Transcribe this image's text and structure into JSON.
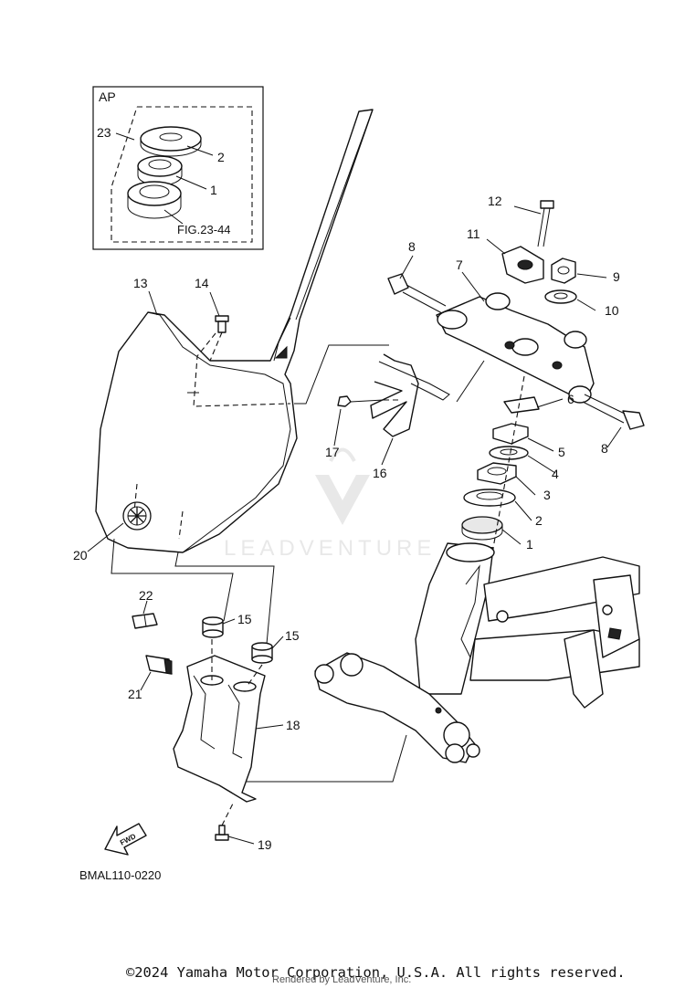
{
  "diagram": {
    "ap_box_label": "AP",
    "fig_ref": "FIG.23-44",
    "diagram_code": "BMAL110-0220",
    "fwd_label": "FWD",
    "watermark": "LEADVENTURE",
    "callouts": [
      {
        "id": "c1-ap",
        "text": "1"
      },
      {
        "id": "c2-ap",
        "text": "2"
      },
      {
        "id": "c23",
        "text": "23"
      },
      {
        "id": "c12",
        "text": "12"
      },
      {
        "id": "c11",
        "text": "11"
      },
      {
        "id": "c8a",
        "text": "8"
      },
      {
        "id": "c7",
        "text": "7"
      },
      {
        "id": "c9",
        "text": "9"
      },
      {
        "id": "c10",
        "text": "10"
      },
      {
        "id": "c13",
        "text": "13"
      },
      {
        "id": "c14",
        "text": "14"
      },
      {
        "id": "c6",
        "text": "6"
      },
      {
        "id": "c8b",
        "text": "8"
      },
      {
        "id": "c5",
        "text": "5"
      },
      {
        "id": "c4",
        "text": "4"
      },
      {
        "id": "c3",
        "text": "3"
      },
      {
        "id": "c2",
        "text": "2"
      },
      {
        "id": "c1",
        "text": "1"
      },
      {
        "id": "c17",
        "text": "17"
      },
      {
        "id": "c16",
        "text": "16"
      },
      {
        "id": "c20",
        "text": "20"
      },
      {
        "id": "c22",
        "text": "22"
      },
      {
        "id": "c15a",
        "text": "15"
      },
      {
        "id": "c15b",
        "text": "15"
      },
      {
        "id": "c21",
        "text": "21"
      },
      {
        "id": "c18",
        "text": "18"
      },
      {
        "id": "c19",
        "text": "19"
      }
    ]
  },
  "footer": {
    "copyright": "©2024 Yamaha Motor Corporation, U.S.A. All rights reserved.",
    "rendered_by": "Rendered by LeadVenture, Inc."
  }
}
